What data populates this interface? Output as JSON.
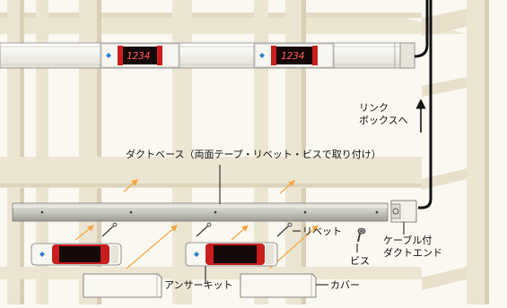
{
  "display_readout": "1234",
  "labels": {
    "duct_base": "ダクトベース（両面テープ・リベット・ビスで取り付け）",
    "link_box_line1": "リンク",
    "link_box_line2": "ボックスへ",
    "rivet": "リベット",
    "screw": "ビス",
    "cable_end_line1": "ケーブル付",
    "cable_end_line2": "ダクトエンド",
    "answer_kit": "アンサーキット",
    "cover": "カバー"
  },
  "colors": {
    "shelf": "#ece5d2",
    "shelf_shadow": "#cfc6ac",
    "duct": "#f1efe6",
    "rail_metal": "#cfcfc6",
    "display_red": "#c81e1e",
    "arrow_orange": "#f2a640"
  },
  "icons": [
    "blue-diamond-icon",
    "screw-icon",
    "rivet-icon",
    "up-arrow-icon"
  ]
}
